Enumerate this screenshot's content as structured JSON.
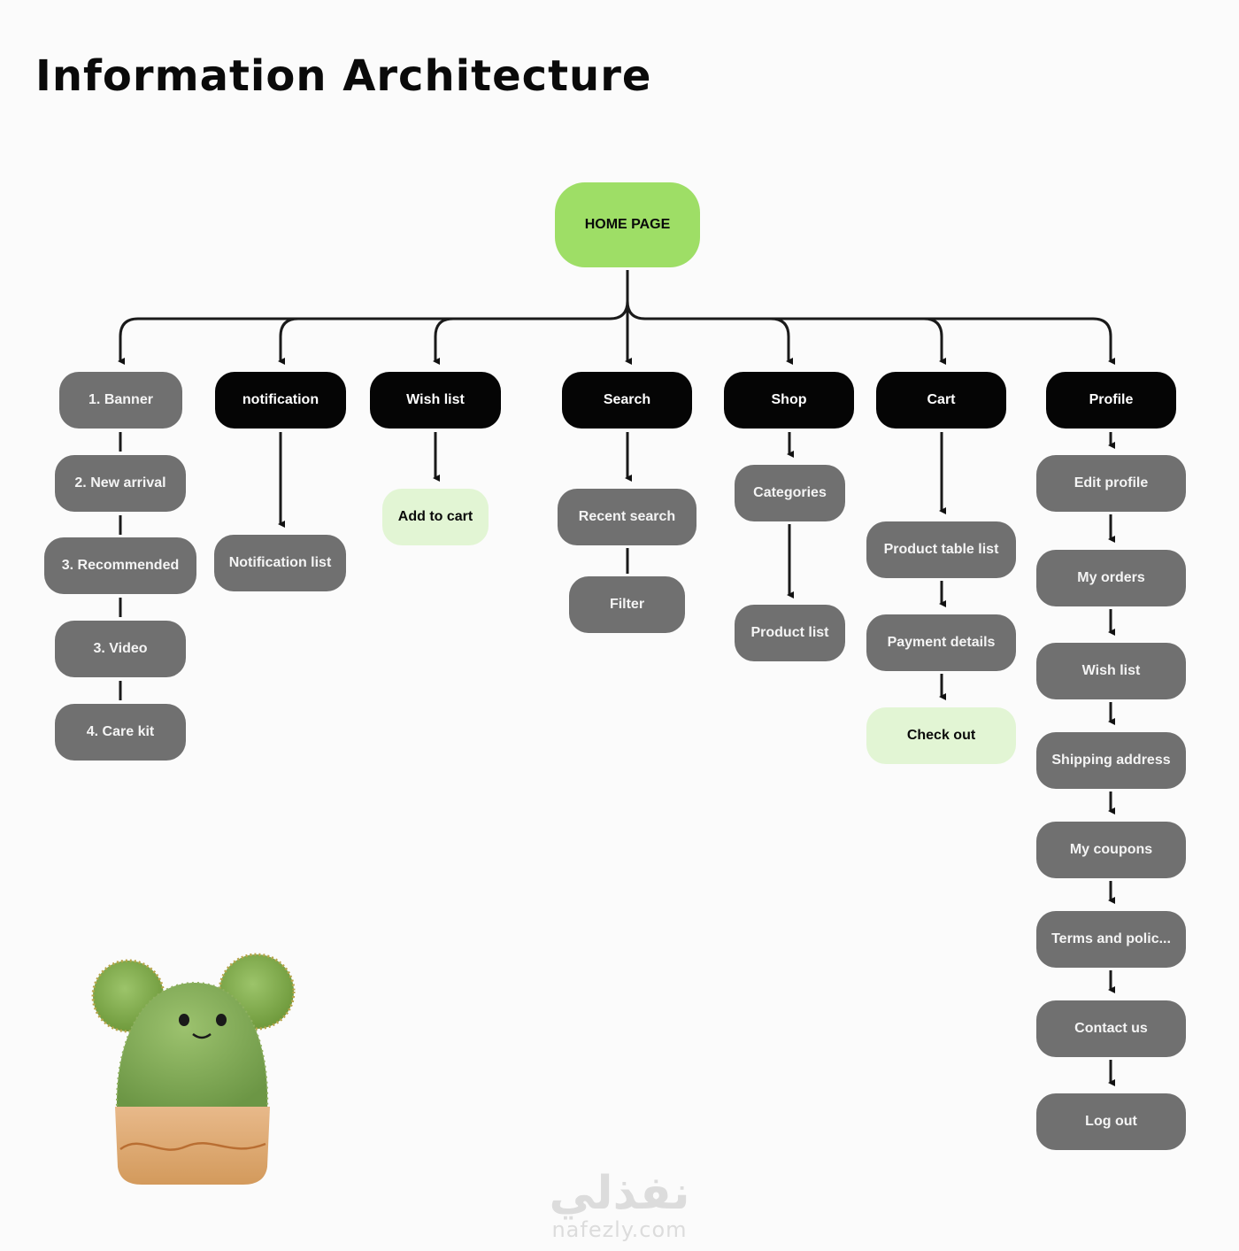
{
  "page": {
    "title": "Information Architecture"
  },
  "colors": {
    "root": "#9ede66",
    "primary": "#050505",
    "secondary": "#707070",
    "highlight": "#e2f5d4",
    "connector": "#111111"
  },
  "root": {
    "label": "HOME PAGE"
  },
  "branches": [
    {
      "label": "1. Banner",
      "style": "secondary",
      "children": [
        "2. New arrival",
        "3. Recommended",
        "3.  Video",
        "4. Care kit"
      ],
      "children_style": [
        "secondary",
        "secondary",
        "secondary",
        "secondary"
      ],
      "connector": "line"
    },
    {
      "label": "notification",
      "style": "primary",
      "children": [
        "Notification list"
      ],
      "children_style": [
        "secondary"
      ],
      "connector": "arrow"
    },
    {
      "label": "Wish list",
      "style": "primary",
      "children": [
        "Add to cart"
      ],
      "children_style": [
        "highlight"
      ],
      "connector": "arrow"
    },
    {
      "label": "Search",
      "style": "primary",
      "children": [
        "Recent search",
        "Filter"
      ],
      "children_style": [
        "secondary",
        "secondary"
      ],
      "connector": "mixed"
    },
    {
      "label": "Shop",
      "style": "primary",
      "children": [
        "Categories",
        "Product list"
      ],
      "children_style": [
        "secondary",
        "secondary"
      ],
      "connector": "arrow"
    },
    {
      "label": "Cart",
      "style": "primary",
      "children": [
        "Product table list",
        "Payment details",
        "Check out"
      ],
      "children_style": [
        "secondary",
        "secondary",
        "highlight"
      ],
      "connector": "arrow"
    },
    {
      "label": "Profile",
      "style": "primary",
      "children": [
        "Edit profile",
        "My orders",
        "Wish list",
        "Shipping address",
        "My coupons",
        "Terms and polic...",
        "Contact us",
        "Log out"
      ],
      "children_style": [
        "secondary",
        "secondary",
        "secondary",
        "secondary",
        "secondary",
        "secondary",
        "secondary",
        "secondary"
      ],
      "connector": "arrow"
    }
  ],
  "illustration": {
    "name": "cactus-mascot"
  },
  "watermark": {
    "arabic": "نفذلي",
    "latin": "nafezly.com"
  }
}
